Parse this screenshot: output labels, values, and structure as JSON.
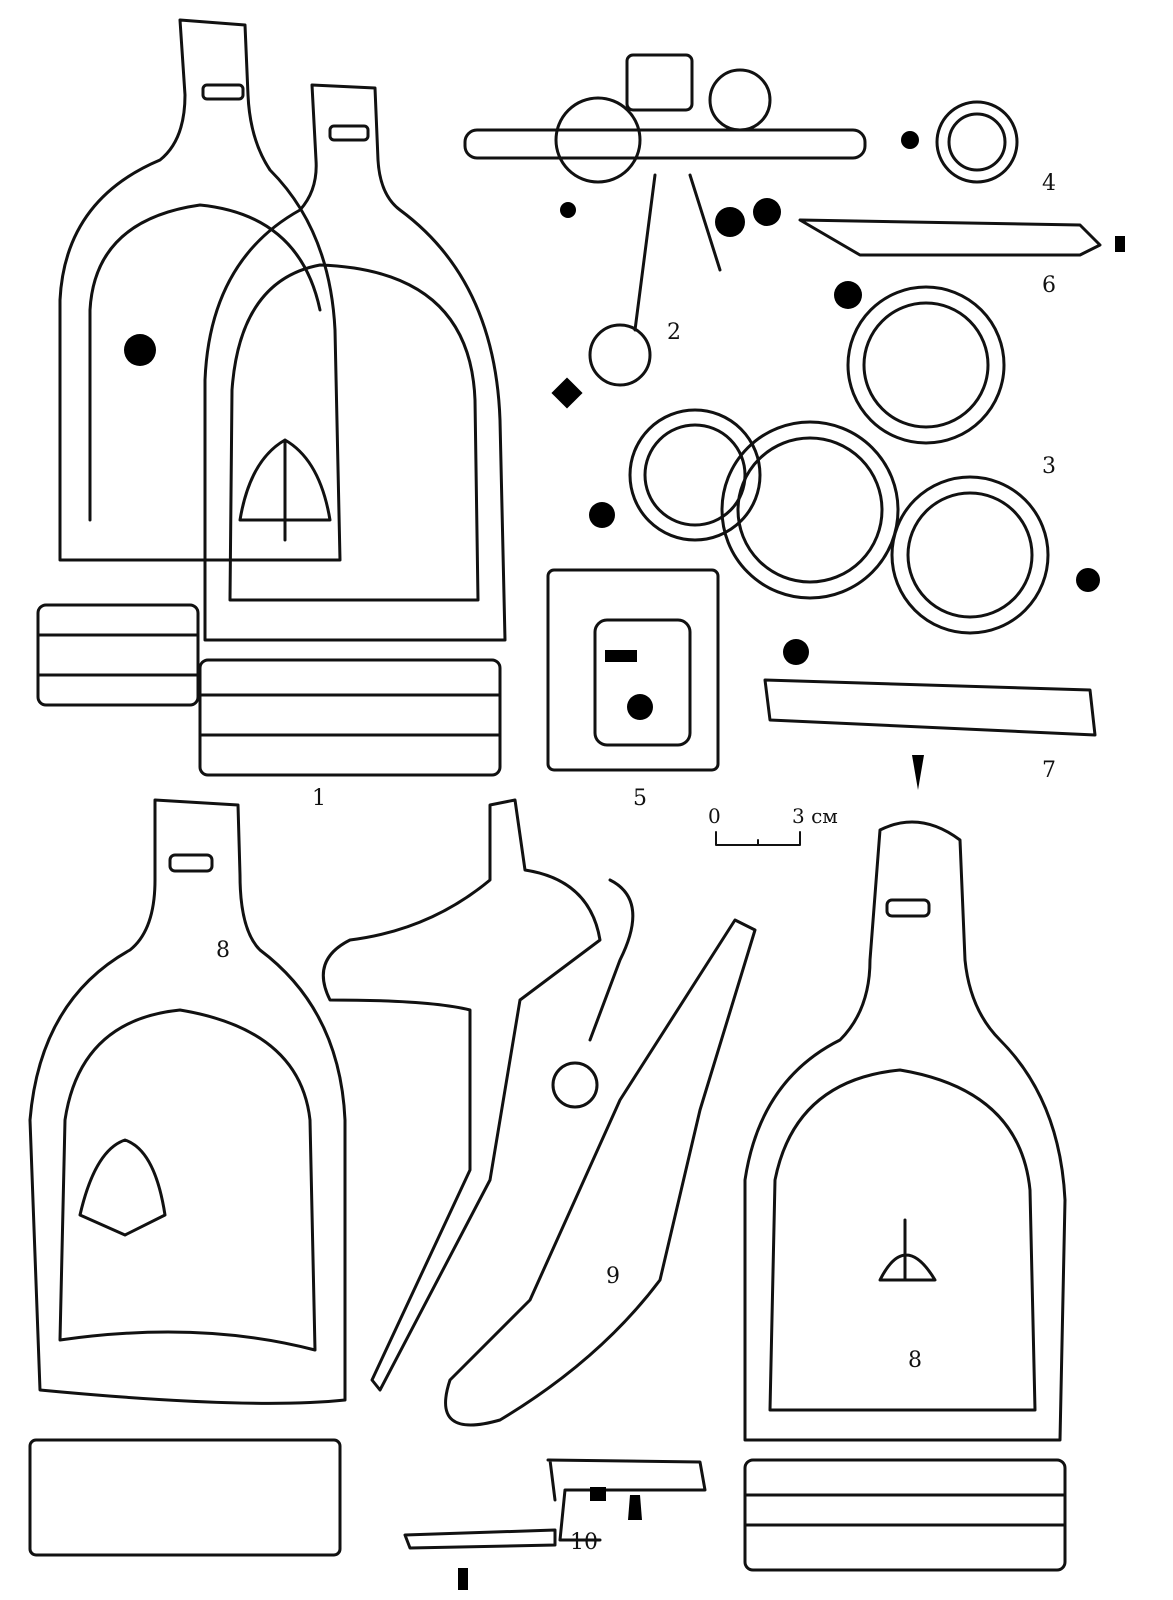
{
  "figure_labels": {
    "item1": "1",
    "item2": "2",
    "item3": "3",
    "item4": "4",
    "item5": "5",
    "item6": "6",
    "item7": "7",
    "item8a": "8",
    "item8b": "8",
    "item9": "9",
    "item10": "10"
  },
  "scale_bar": {
    "start": "0",
    "end": "3 см"
  },
  "colors": {
    "ink": "#111111",
    "paper": "#ffffff"
  }
}
